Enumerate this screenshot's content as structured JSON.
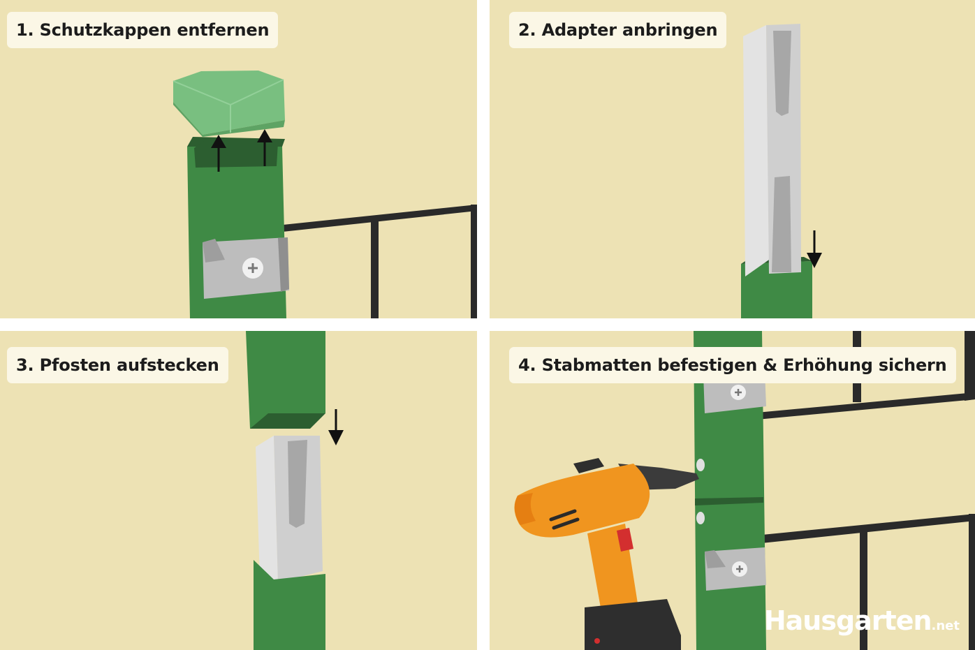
{
  "steps": [
    {
      "label": "1. Schutzkappen entfernen"
    },
    {
      "label": "2. Adapter anbringen"
    },
    {
      "label": "3. Pfosten aufstecken"
    },
    {
      "label": "4. Stabmatten befestigen & Erhöhung sichern"
    }
  ],
  "logo": {
    "main": "Hausgarten",
    "tld": ".net"
  },
  "colors": {
    "background": "#ede2b4",
    "post_green": "#3f8a45",
    "post_green_dark": "#2c5e30",
    "cap_green": "#79bf80",
    "adapter_grey": "#e3e3e3",
    "bracket_grey": "#b0b0b0",
    "fence_bar": "#2a2a2a",
    "drill_orange": "#f0951f",
    "drill_dark": "#3b3b3b"
  }
}
